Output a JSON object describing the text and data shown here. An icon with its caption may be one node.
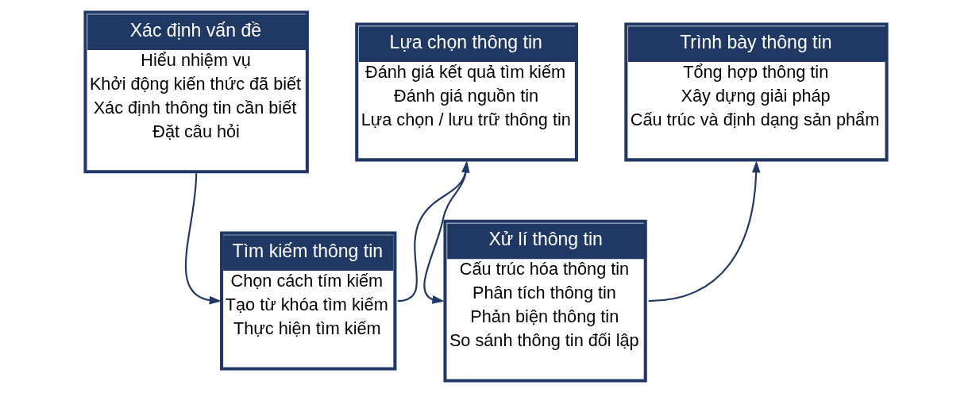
{
  "diagram": {
    "nodes": [
      {
        "text": [
          "Xác định vấn đề",
          "Hiểu nhiệm vụ",
          "Khởi động kiến thức đã biết",
          "Xác định thông tin cần biết",
          "Đặt câu hỏi"
        ]
      },
      {
        "text": [
          "Tìm kiếm thông tin",
          "Chọn cách tím kiếm",
          "Tạo từ khóa tìm kiếm",
          "Thực hiện tìm kiếm"
        ]
      },
      {
        "text": [
          "Lựa chọn thông tin",
          "Đánh giá kết quả tìm kiếm",
          "Đánh giá nguồn tin",
          "Lựa chọn / lưu trữ thông tin"
        ]
      },
      {
        "text": [
          "Xử lí thông tin",
          "Cấu trúc hóa thông tin",
          "Phân tích thông tin",
          "Phản biện thông tin",
          "So sánh thông tin đối lập"
        ]
      },
      {
        "text": [
          "Trình bày thông tin",
          "Tổng hợp thông tin",
          "Xây dựng giải pháp",
          "Cấu trúc và định dạng sản phẩm"
        ]
      }
    ],
    "edges": [
      {
        "from": 0,
        "to": 1,
        "arrow": "to"
      },
      {
        "from": 1,
        "to": 2,
        "arrow": "to"
      },
      {
        "from": 2,
        "to": 3,
        "arrow": "to"
      },
      {
        "from": 3,
        "to": 4,
        "arrow": "to"
      }
    ]
  }
}
